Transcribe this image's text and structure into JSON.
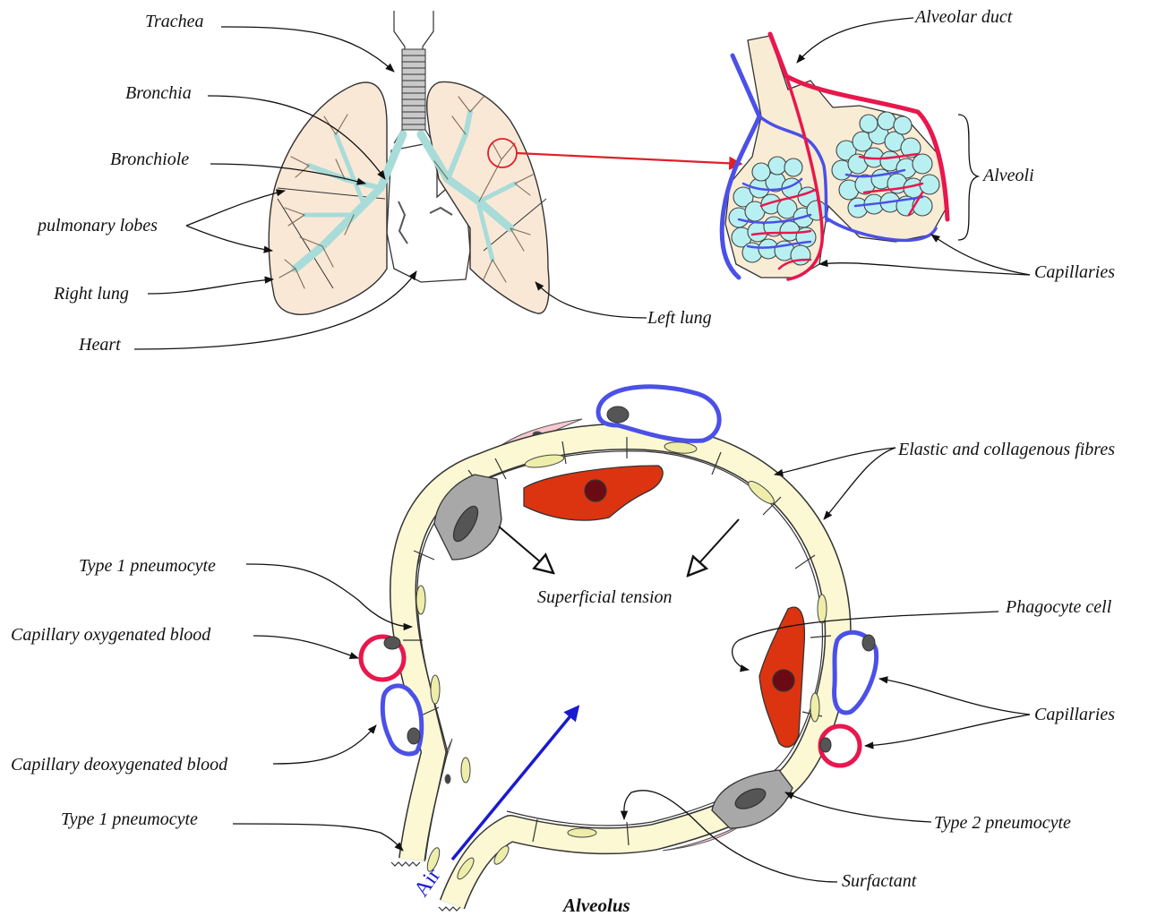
{
  "labels": {
    "trachea": "Trachea",
    "bronchia": "Bronchia",
    "bronchiole": "Bronchiole",
    "pulmonary_lobes": "pulmonary lobes",
    "right_lung": "Right lung",
    "heart": "Heart",
    "left_lung": "Left lung",
    "alveolar_duct": "Alveolar duct",
    "alveoli": "Alveoli",
    "capillaries_top": "Capillaries",
    "elastic_fibres": "Elastic and collagenous fibres",
    "type1_upper": "Type 1 pneumocyte",
    "superficial_tension": "Superficial tension",
    "phagocyte_cell": "Phagocyte cell",
    "capillary_oxygenated": "Capillary oxygenated blood",
    "capillaries_bottom": "Capillaries",
    "capillary_deoxygenated": "Capillary deoxygenated blood",
    "type1_lower": "Type 1 pneumocyte",
    "type2": "Type 2 pneumocyte",
    "surfactant": "Surfactant",
    "air": "Air",
    "alveolus_title": "Alveolus"
  },
  "colors": {
    "lung_fill": "#fae8d7",
    "bronchi": "#a8dcd8",
    "alveoli_fill": "#b8f0f2",
    "artery_red": "#e8174d",
    "vein_blue": "#4b50e8",
    "pointer_red": "#e01f2a",
    "epithelium": "#fbf8d3",
    "phagocyte": "#dc3410",
    "type2_cell": "#a8a8a8",
    "fibres": "#f7c8d0",
    "air_arrow": "#1a1ad0"
  }
}
